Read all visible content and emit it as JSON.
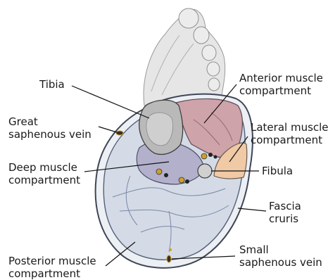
{
  "labels": {
    "tibia": {
      "lines": [
        "Tibia"
      ]
    },
    "anterior": {
      "lines": [
        "Anterior muscle",
        "compartment"
      ]
    },
    "great_saphenous": {
      "lines": [
        "Great",
        "saphenous vein"
      ]
    },
    "lateral": {
      "lines": [
        "Lateral muscle",
        "compartment"
      ]
    },
    "deep": {
      "lines": [
        "Deep muscle",
        "compartment"
      ]
    },
    "fibula": {
      "lines": [
        "Fibula"
      ]
    },
    "fascia": {
      "lines": [
        "Fascia",
        "cruris"
      ]
    },
    "posterior": {
      "lines": [
        "Posterior muscle",
        "compartment"
      ]
    },
    "small_saphenous": {
      "lines": [
        "Small",
        "saphenous vein"
      ]
    }
  },
  "colors": {
    "posterior_fill": "#d4dbe6",
    "anterior_fill": "#cfa3aa",
    "lateral_fill": "#f0c9a5",
    "deep_fill": "#b3b0cc",
    "bone_fill": "#b9b9b9",
    "foot_fill": "#e4e4e4",
    "outline": "#4c5566"
  }
}
